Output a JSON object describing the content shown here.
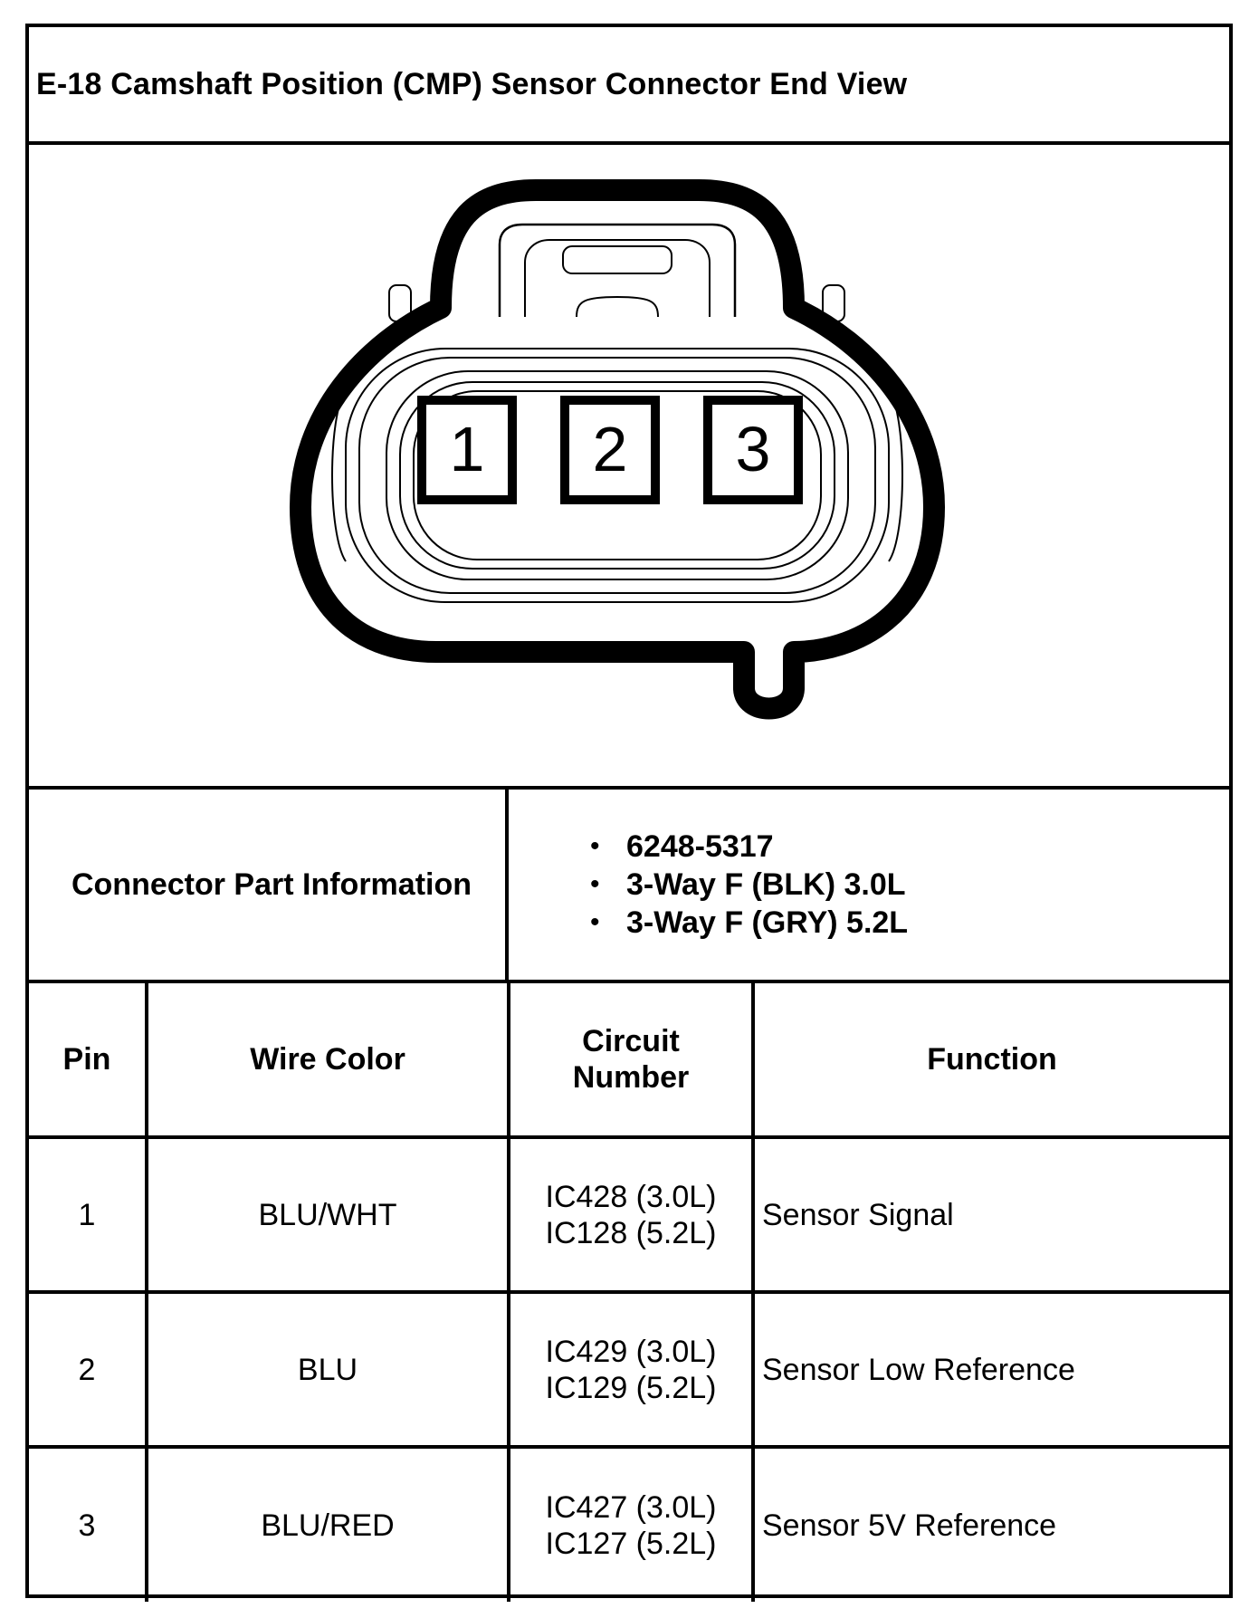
{
  "document": {
    "title": "E-18 Camshaft Position (CMP) Sensor Connector End View"
  },
  "diagram": {
    "pins": [
      {
        "label": "1"
      },
      {
        "label": "2"
      },
      {
        "label": "3"
      }
    ]
  },
  "connector_part_info": {
    "label": "Connector Part Information",
    "items": [
      "6248-5317",
      "3-Way F (BLK) 3.0L",
      "3-Way F (GRY) 5.2L"
    ]
  },
  "pin_table": {
    "headers": {
      "pin": "Pin",
      "wire_color": "Wire Color",
      "circuit_line1": "Circuit",
      "circuit_line2": "Number",
      "function": "Function"
    },
    "rows": [
      {
        "pin": "1",
        "wire_color": "BLU/WHT",
        "circuit": [
          "IC428 (3.0L)",
          "IC128 (5.2L)"
        ],
        "function": "Sensor Signal"
      },
      {
        "pin": "2",
        "wire_color": "BLU",
        "circuit": [
          "IC429 (3.0L)",
          "IC129 (5.2L)"
        ],
        "function": "Sensor Low Reference"
      },
      {
        "pin": "3",
        "wire_color": "BLU/RED",
        "circuit": [
          "IC427 (3.0L)",
          "IC127 (5.2L)"
        ],
        "function": "Sensor 5V Reference"
      }
    ]
  }
}
